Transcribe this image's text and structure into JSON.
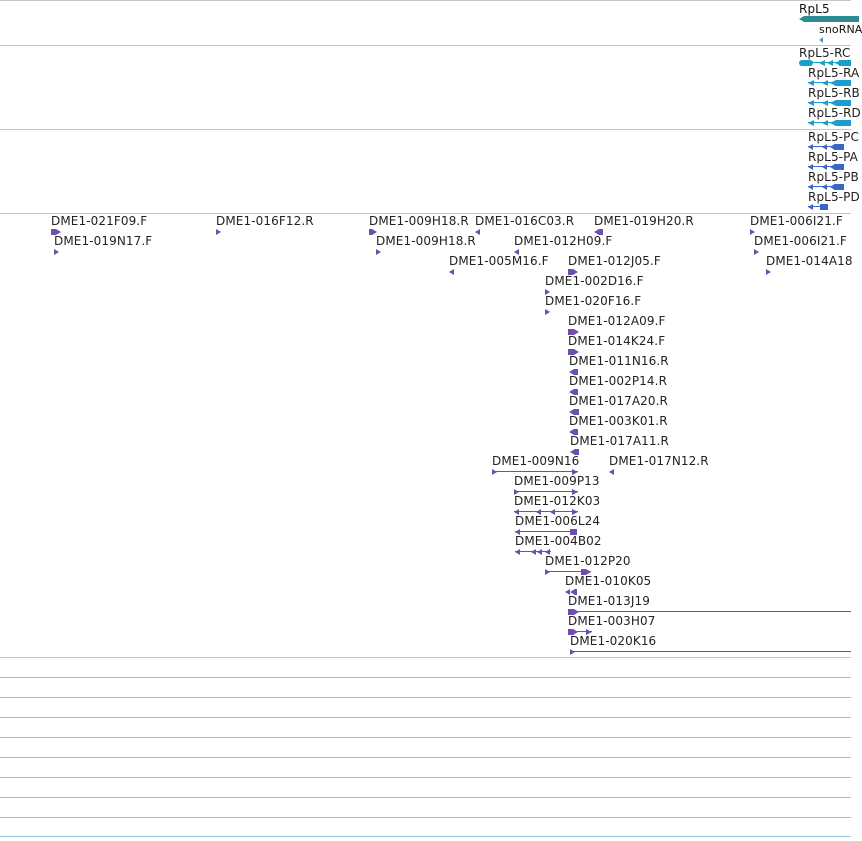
{
  "colors": {
    "gene": "#2e8b92",
    "transcript_rc": "#16a0c4",
    "transcript_r": "#1d9ccd",
    "protein": "#3b66c4",
    "est": "#6e4eb0",
    "separator": "#c6c6c6",
    "empty_track_line": "#9bc0d8"
  },
  "tracks": {
    "genes": {
      "items": [
        {
          "label": "RpL5"
        },
        {
          "label": "snoRNA"
        }
      ]
    },
    "transcripts": {
      "items": [
        {
          "label": "RpL5-RC"
        },
        {
          "label": "RpL5-RA"
        },
        {
          "label": "RpL5-RB"
        },
        {
          "label": "RpL5-RD"
        }
      ]
    },
    "proteins": {
      "items": [
        {
          "label": "RpL5-PC"
        },
        {
          "label": "RpL5-PA"
        },
        {
          "label": "RpL5-PB"
        },
        {
          "label": "RpL5-PD"
        }
      ]
    },
    "ests": {
      "items": [
        {
          "label": "DME1-021F09.F"
        },
        {
          "label": "DME1-019N17.F"
        },
        {
          "label": "DME1-016F12.R"
        },
        {
          "label": "DME1-009H18.R"
        },
        {
          "label": "DME1-009H18.R"
        },
        {
          "label": "DME1-016C03.R"
        },
        {
          "label": "DME1-005M16.F"
        },
        {
          "label": "DME1-012H09.F"
        },
        {
          "label": "DME1-019H20.R"
        },
        {
          "label": "DME1-012J05.F"
        },
        {
          "label": "DME1-002D16.F"
        },
        {
          "label": "DME1-020F16.F"
        },
        {
          "label": "DME1-012A09.F"
        },
        {
          "label": "DME1-014K24.F"
        },
        {
          "label": "DME1-011N16.R"
        },
        {
          "label": "DME1-002P14.R"
        },
        {
          "label": "DME1-017A20.R"
        },
        {
          "label": "DME1-003K01.R"
        },
        {
          "label": "DME1-017A11.R"
        },
        {
          "label": "DME1-006I21.F"
        },
        {
          "label": "DME1-006I21.F"
        },
        {
          "label": "DME1-014A18"
        },
        {
          "label": "DME1-009N16"
        },
        {
          "label": "DME1-017N12.R"
        },
        {
          "label": "DME1-009P13"
        },
        {
          "label": "DME1-012K03"
        },
        {
          "label": "DME1-006L24"
        },
        {
          "label": "DME1-004B02"
        },
        {
          "label": "DME1-012P20"
        },
        {
          "label": "DME1-010K05"
        },
        {
          "label": "DME1-013J19"
        },
        {
          "label": "DME1-003H07"
        },
        {
          "label": "DME1-020K16"
        }
      ]
    }
  }
}
